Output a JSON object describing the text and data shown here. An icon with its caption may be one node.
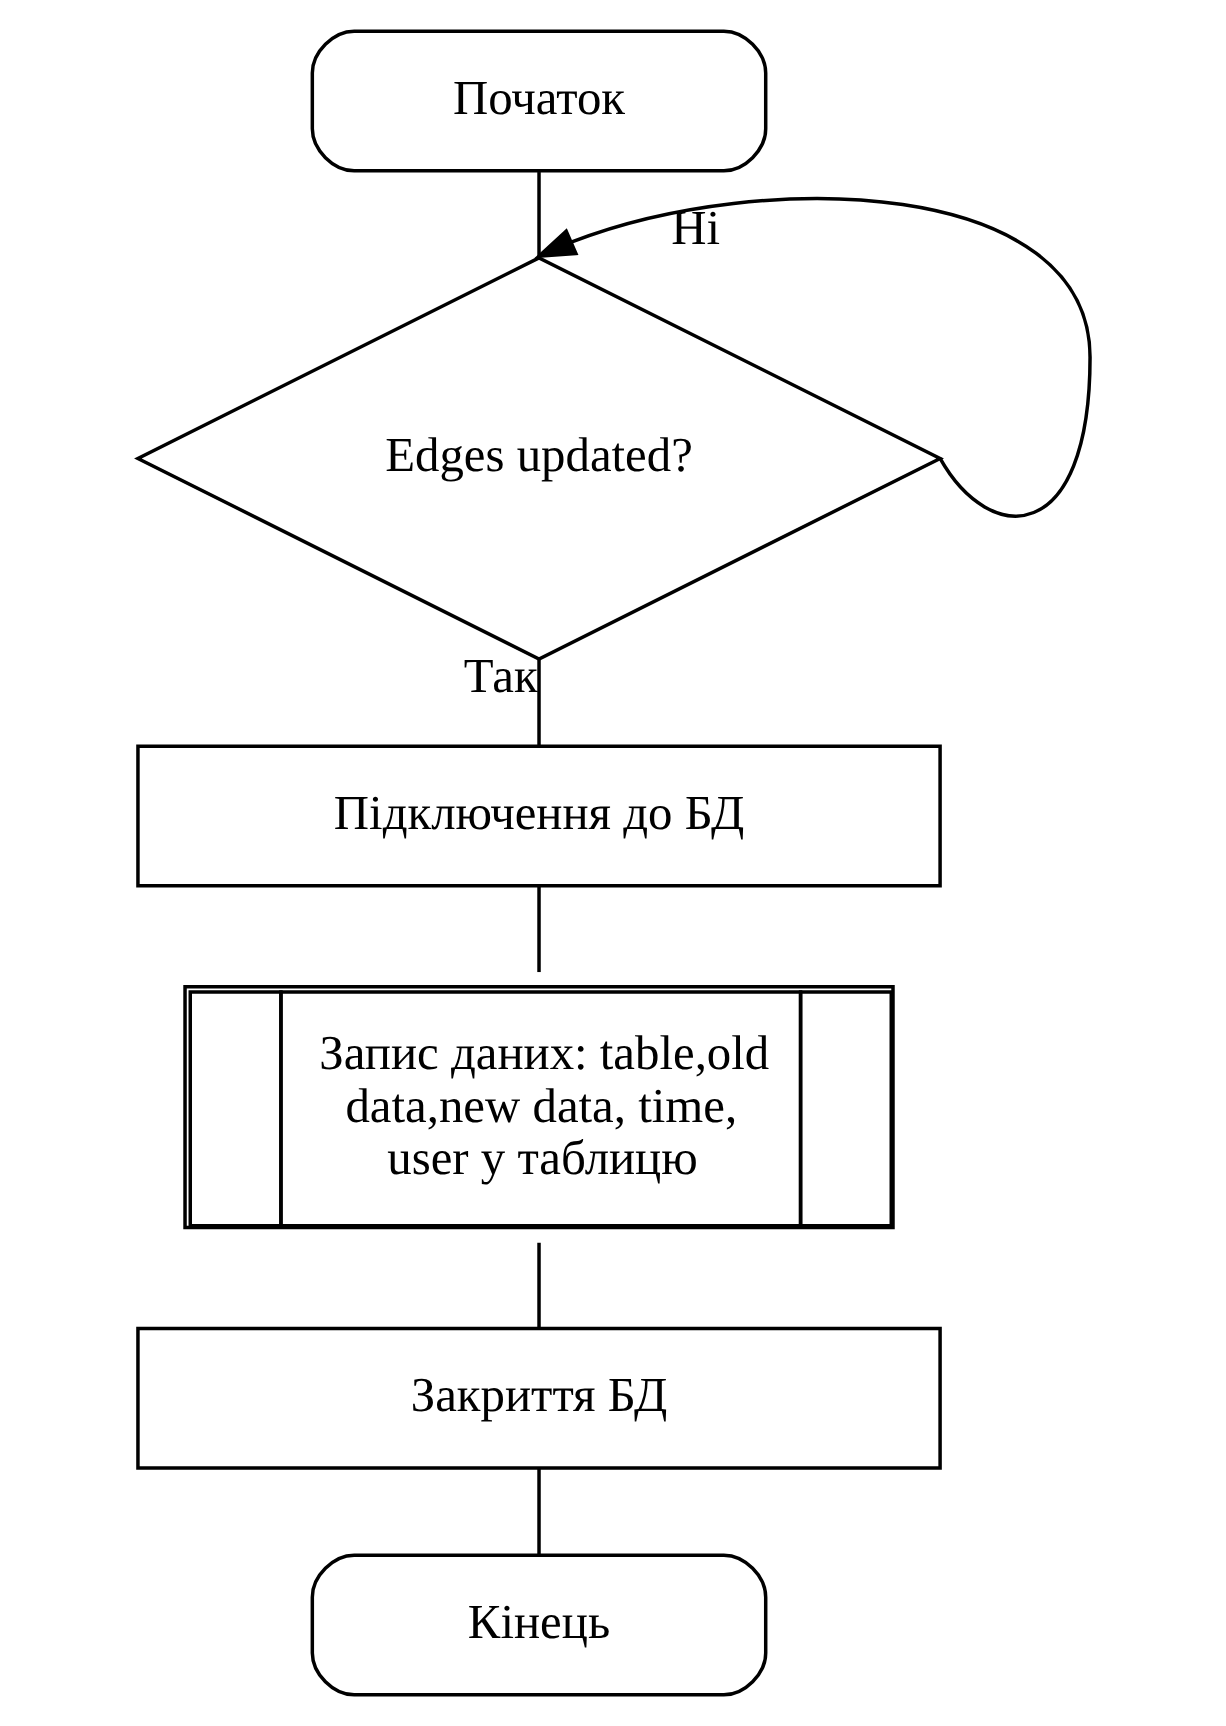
{
  "diagram": {
    "nodes": [
      {
        "text": [
          "Початок"
        ]
      },
      {
        "text": [
          "Edges updated?"
        ]
      },
      {
        "text": [
          "Підключення до БД"
        ]
      },
      {
        "text": [
          "Запис даних: table,old data,new data, time, user у таблицю"
        ]
      },
      {
        "text": [
          "Закриття БД"
        ]
      },
      {
        "text": [
          "Кінець"
        ]
      }
    ],
    "edges": [
      {
        "from": 0,
        "to": 1,
        "arrow": "none"
      },
      {
        "from": 1,
        "to": 1,
        "arrow": "to",
        "label": "Ні"
      },
      {
        "from": 1,
        "to": 2,
        "arrow": "none",
        "label": "Так"
      },
      {
        "from": 2,
        "to": 3,
        "arrow": "none"
      },
      {
        "from": 3,
        "to": 4,
        "arrow": "none"
      },
      {
        "from": 4,
        "to": 5,
        "arrow": "none"
      }
    ]
  }
}
